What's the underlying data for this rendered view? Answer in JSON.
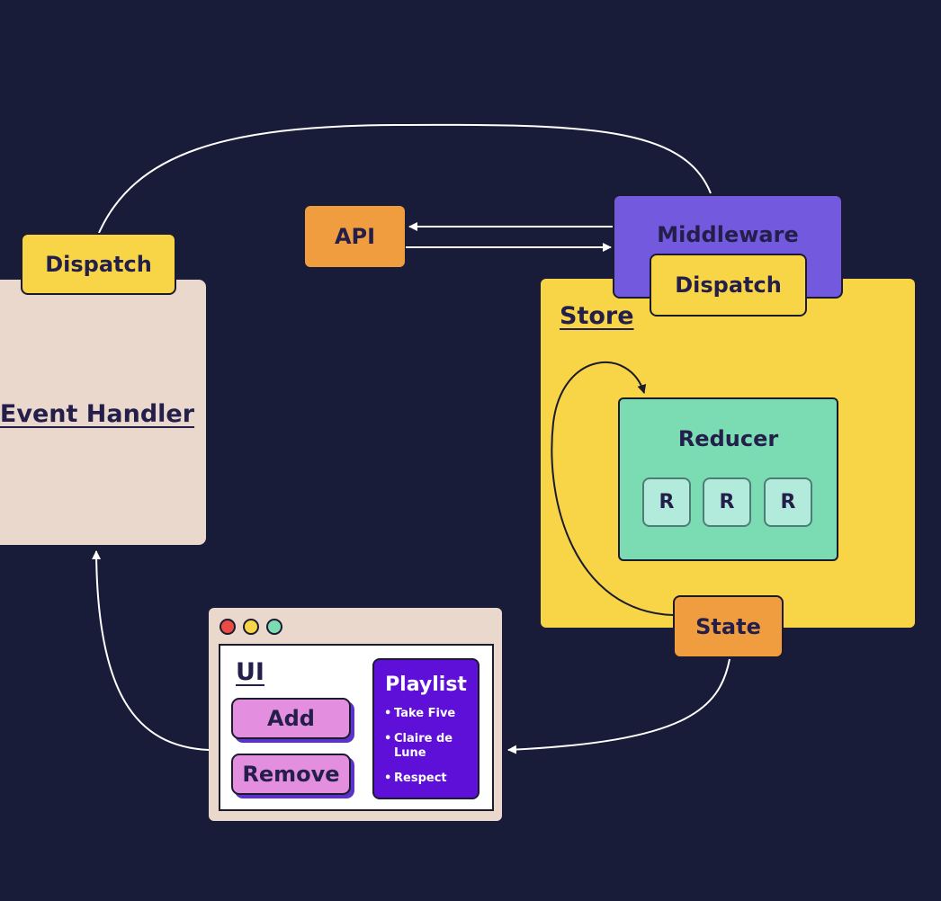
{
  "event_handler": {
    "title": "Event Handler",
    "dispatch_label": "Dispatch"
  },
  "api": {
    "label": "API"
  },
  "middleware": {
    "title": "Middleware",
    "dispatch_label": "Dispatch"
  },
  "store": {
    "title": "Store",
    "reducer": {
      "title": "Reducer",
      "chips": [
        "R",
        "R",
        "R"
      ]
    },
    "state_label": "State"
  },
  "ui": {
    "title": "UI",
    "window_dots": [
      "red",
      "yellow",
      "green"
    ],
    "buttons": {
      "add": "Add",
      "remove": "Remove"
    },
    "playlist": {
      "title": "Playlist",
      "items": [
        "Take Five",
        "Claire de Lune",
        "Respect"
      ]
    }
  },
  "colors": {
    "background": "#181c38",
    "event_handler": "#ead8cc",
    "dispatch": "#f8d447",
    "api": "#ef9d3f",
    "middleware": "#7359dd",
    "store": "#f8d447",
    "reducer": "#7bdbb3",
    "state": "#ef9d3f",
    "ui_button": "#e48ee0",
    "playlist": "#5e0fd8",
    "connector": "#ffffff"
  }
}
